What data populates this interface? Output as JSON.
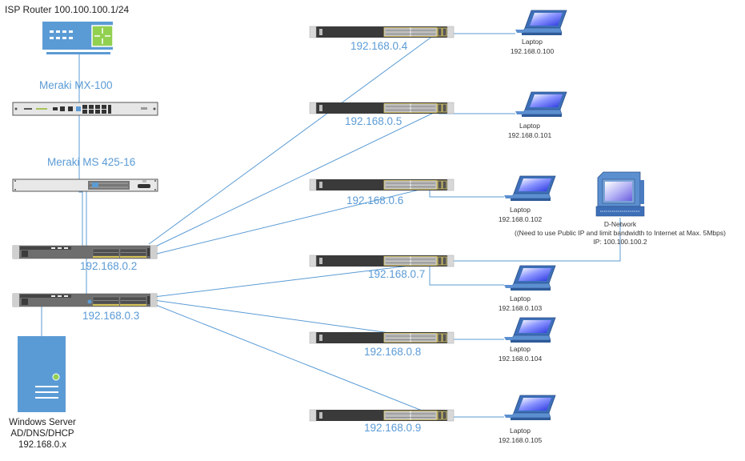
{
  "diagram": {
    "title": "Network topology",
    "colors": {
      "link": "#5b9bd5",
      "label": "#5b9bd5",
      "router_body": "#5b9bd5",
      "router_accent": "#92d050",
      "switch_body": "#3a3a3a",
      "meraki_body": "#e8e8e8",
      "laptop_screen": "#4a5cf0",
      "server_body": "#5b9bd5",
      "server_led": "#92d050"
    },
    "isp_router": {
      "label": "ISP Router 100.100.100.1/24",
      "icon": "router-icon"
    },
    "meraki_mx": {
      "label": "Meraki MX-100",
      "icon": "firewall-appliance-icon"
    },
    "meraki_ms": {
      "label": "Meraki MS 425-16",
      "icon": "aggregation-switch-icon"
    },
    "core_switches": [
      {
        "label": "192.168.0.2",
        "icon": "switch-icon"
      },
      {
        "label": "192.168.0.3",
        "icon": "switch-icon"
      }
    ],
    "server": {
      "icon": "server-icon",
      "lines": [
        "Windows Server",
        "AD/DNS/DHCP",
        "192.168.0.x"
      ]
    },
    "access_switches": [
      {
        "label": "192.168.0.4",
        "laptop": {
          "name": "Laptop",
          "ip": "192.168.0.100"
        }
      },
      {
        "label": "192.168.0.5",
        "laptop": {
          "name": "Laptop",
          "ip": "192.168.0.101"
        }
      },
      {
        "label": "192.168.0.6",
        "laptop": {
          "name": "Laptop",
          "ip": "192.168.0.102"
        }
      },
      {
        "label": "192.168.0.7",
        "laptop": {
          "name": "Laptop",
          "ip": "192.168.0.103"
        }
      },
      {
        "label": "192.168.0.8",
        "laptop": {
          "name": "Laptop",
          "ip": "192.168.0.104"
        }
      },
      {
        "label": "192.168.0.9",
        "laptop": {
          "name": "Laptop",
          "ip": "192.168.0.105"
        }
      }
    ],
    "d_network": {
      "icon": "terminal-computer-icon",
      "name": "D-Network",
      "note": "((Need to use Public IP and limit bandwidth to Internet at Max.  5Mbps)",
      "ip": "IP: 100.100.100.2"
    }
  }
}
